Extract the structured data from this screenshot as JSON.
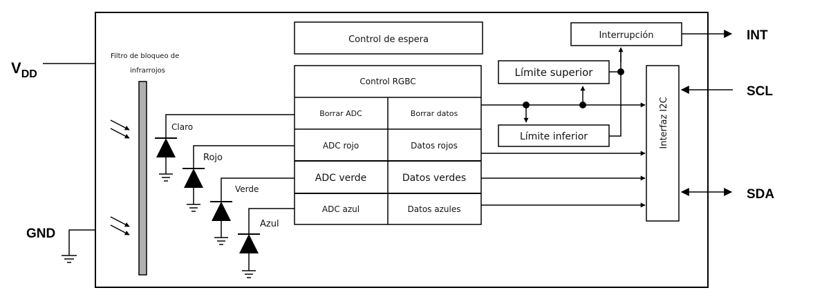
{
  "pins": {
    "vdd_main": "V",
    "vdd_sub": "DD",
    "gnd": "GND",
    "int": "INT",
    "scl": "SCL",
    "sda": "SDA"
  },
  "blocks": {
    "ir_filter_line1": "Filtro de bloqueo de",
    "ir_filter_line2": "infrarrojos",
    "wait_control": "Control de espera",
    "rgbc_control": "Control RGBC",
    "interrupt": "Interrupción",
    "upper_limit": "Límite superior",
    "lower_limit": "Límite inferior",
    "i2c_interface": "Interfaz I2C"
  },
  "channels": [
    {
      "photodiode": "Claro",
      "adc": "Borrar ADC",
      "data": "Borrar datos"
    },
    {
      "photodiode": "Rojo",
      "adc": "ADC rojo",
      "data": "Datos rojos"
    },
    {
      "photodiode": "Verde",
      "adc": "ADC verde",
      "data": "Datos verdes"
    },
    {
      "photodiode": "Azul",
      "adc": "ADC azul",
      "data": "Datos azules"
    }
  ],
  "colors": {
    "line": "#000000",
    "filter_fill": "#b0b0b0"
  }
}
